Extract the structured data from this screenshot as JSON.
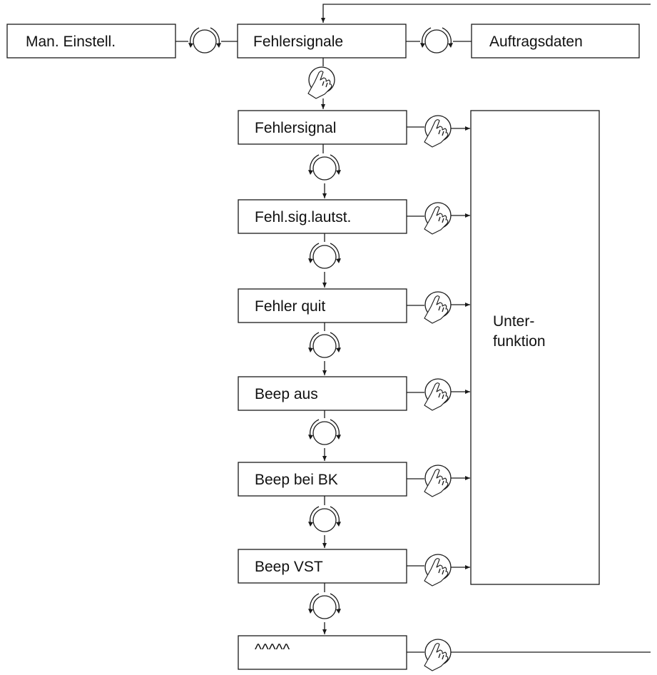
{
  "top_row": {
    "left_label": "Man. Einstell.",
    "center_label": "Fehlersignale",
    "right_label": "Auftragsdaten"
  },
  "menu_items": [
    "Fehlersignal",
    "Fehl.sig.lautst.",
    "Fehler quit",
    "Beep aus",
    "Beep bei BK",
    "Beep VST",
    "^^^^^"
  ],
  "subfunction": {
    "line1": "Unter-",
    "line2": "funktion"
  }
}
